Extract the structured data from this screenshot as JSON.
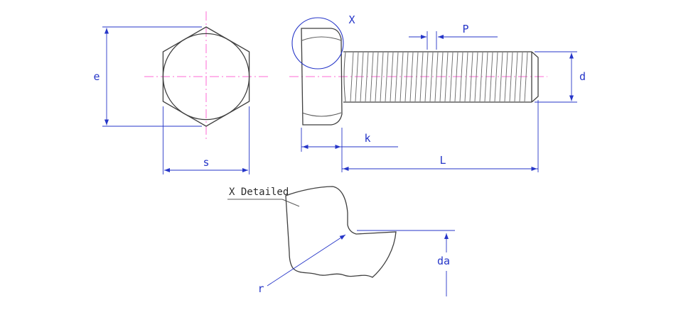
{
  "labels": {
    "e": "e",
    "s": "s",
    "x": "X",
    "p": "P",
    "d": "d",
    "k": "k",
    "l": "L",
    "da": "da",
    "r": "r",
    "detail_title": "X Detailed"
  },
  "colors": {
    "dimension_blue": "#2636c8",
    "centerline_pink": "#ff6ad5",
    "outline_gray": "#3f3f3f"
  }
}
